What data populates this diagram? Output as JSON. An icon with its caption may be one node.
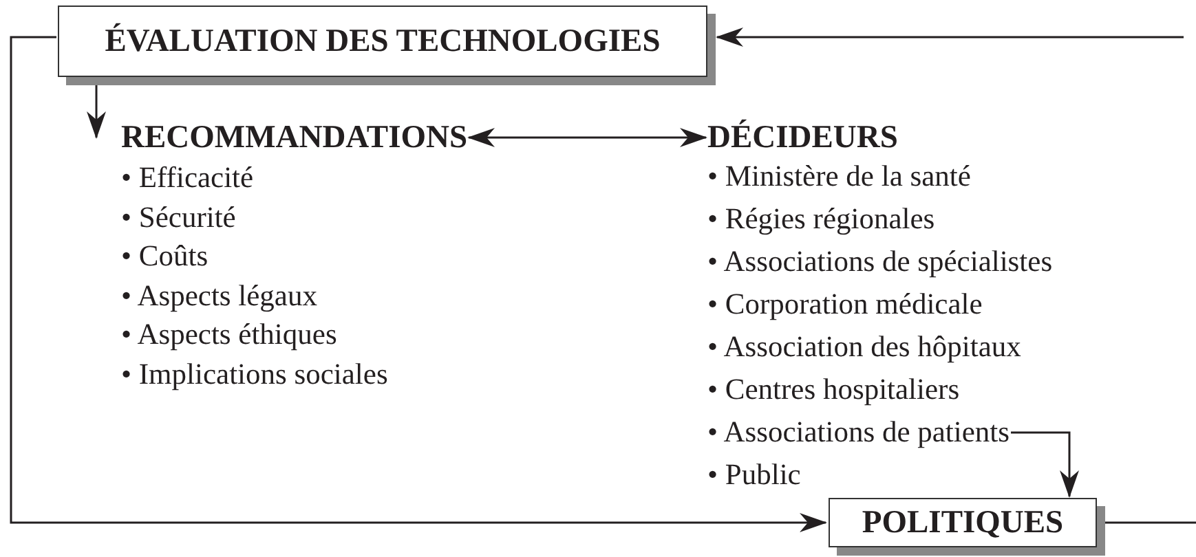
{
  "diagram": {
    "nodes": [
      {
        "text": [
          "ÉVALUATION DES TECHNOLOGIES"
        ]
      },
      {
        "text": [
          "RECOMMANDATIONS",
          "• Efficacité",
          "• Sécurité",
          "• Coûts",
          "• Aspects légaux",
          "• Aspects éthiques",
          "• Implications sociales"
        ]
      },
      {
        "text": [
          "DÉCIDEURS",
          "• Ministère de la santé",
          "• Régies régionales",
          "• Associations de spécialistes",
          "• Corporation médicale",
          "• Association des hôpitaux",
          "• Centres hospitaliers",
          "• Associations de patients",
          "• Public"
        ]
      },
      {
        "text": [
          "POLITIQUES"
        ]
      }
    ],
    "edges": [
      {
        "from": 0,
        "to": 1,
        "arrow": "to"
      },
      {
        "from": 1,
        "to": 2,
        "arrow": "both"
      },
      {
        "from": 2,
        "to": 3,
        "arrow": "to"
      },
      {
        "from": 0,
        "to": 3,
        "arrow": "to"
      },
      {
        "from": null,
        "to": 0,
        "arrow": "to"
      },
      {
        "from": 3,
        "to": null,
        "arrow": "none"
      }
    ]
  }
}
